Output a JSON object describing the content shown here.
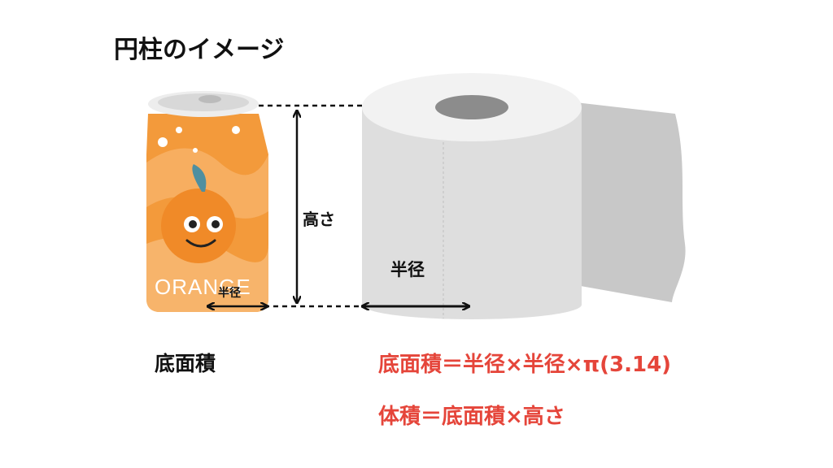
{
  "title": "円柱のイメージ",
  "labels": {
    "height": "高さ",
    "radius_roll": "半径",
    "radius_can": "半径",
    "base_area": "底面積",
    "can_text": "ORANGE"
  },
  "formulas": {
    "base_area": "底面積＝半径×半径×π(3.14)",
    "volume": "体積＝底面積×高さ"
  },
  "colors": {
    "formula": "#e5453a",
    "text": "#111111",
    "can_orange": "#f39a3b",
    "roll": "#dcdcdc",
    "roll_shadow": "#c9c9c9"
  },
  "icons": [
    "orange-can-illustration",
    "toilet-paper-roll-illustration"
  ]
}
